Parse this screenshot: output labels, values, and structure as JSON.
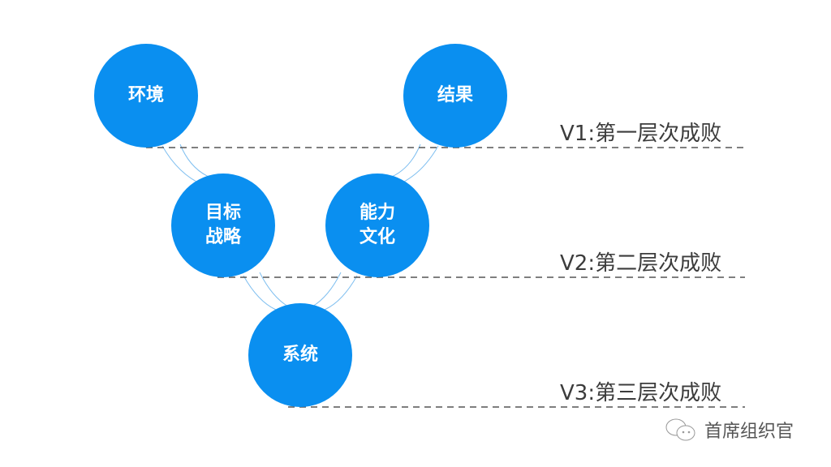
{
  "nodes": {
    "environment": "环境",
    "result": "结果",
    "goal_strategy": "目标\n战略",
    "capability_culture": "能力\n文化",
    "system": "系统"
  },
  "levels": [
    "V1:第一层次成败",
    "V2:第二层次成败",
    "V3:第三层次成败"
  ],
  "watermark": "首席组织官",
  "colors": {
    "node": "#0a8ff0",
    "connector": "#7fbff0",
    "dash": "#555555"
  }
}
